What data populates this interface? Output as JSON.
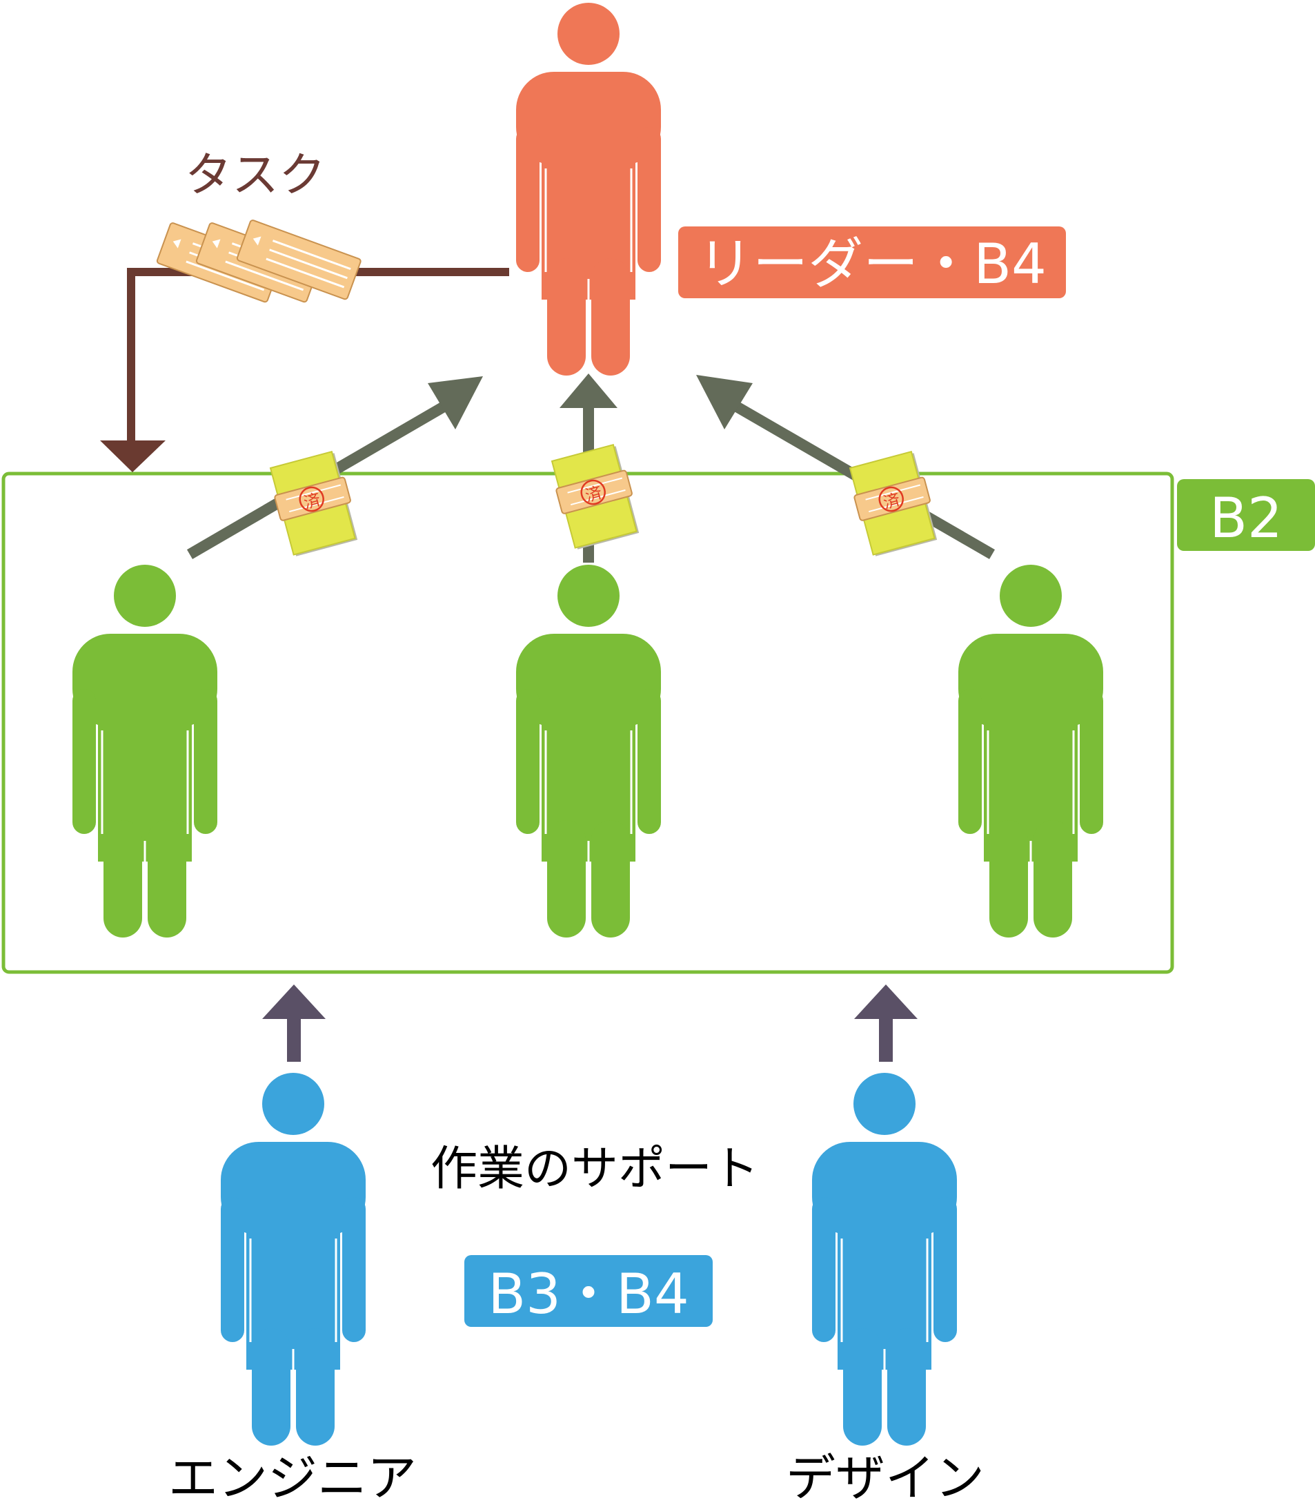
{
  "labels": {
    "task": "タスク",
    "leader_badge": "リーダー・B4",
    "b2_badge": "B2",
    "support": "作業のサポート",
    "b3b4_badge": "B3・B4",
    "engineer": "エンジニア",
    "design": "デザイン"
  },
  "stamp_char": "済",
  "colors": {
    "leader": "#ef7756",
    "member": "#7bbd37",
    "supporter": "#3ba4dc",
    "task_arrow": "#6a3a30",
    "report_arrow": "#636b59",
    "support_arrow": "#5a5066",
    "task_card": "#f7c98b",
    "report_doc": "#e2e64a",
    "stamp": "#e03a22",
    "task_text": "#6b3a34",
    "text": "#000000",
    "badge_text": "#ffffff"
  },
  "icons": [
    "person-icon",
    "task-card-icon",
    "completed-document-icon",
    "stamp-icon"
  ]
}
